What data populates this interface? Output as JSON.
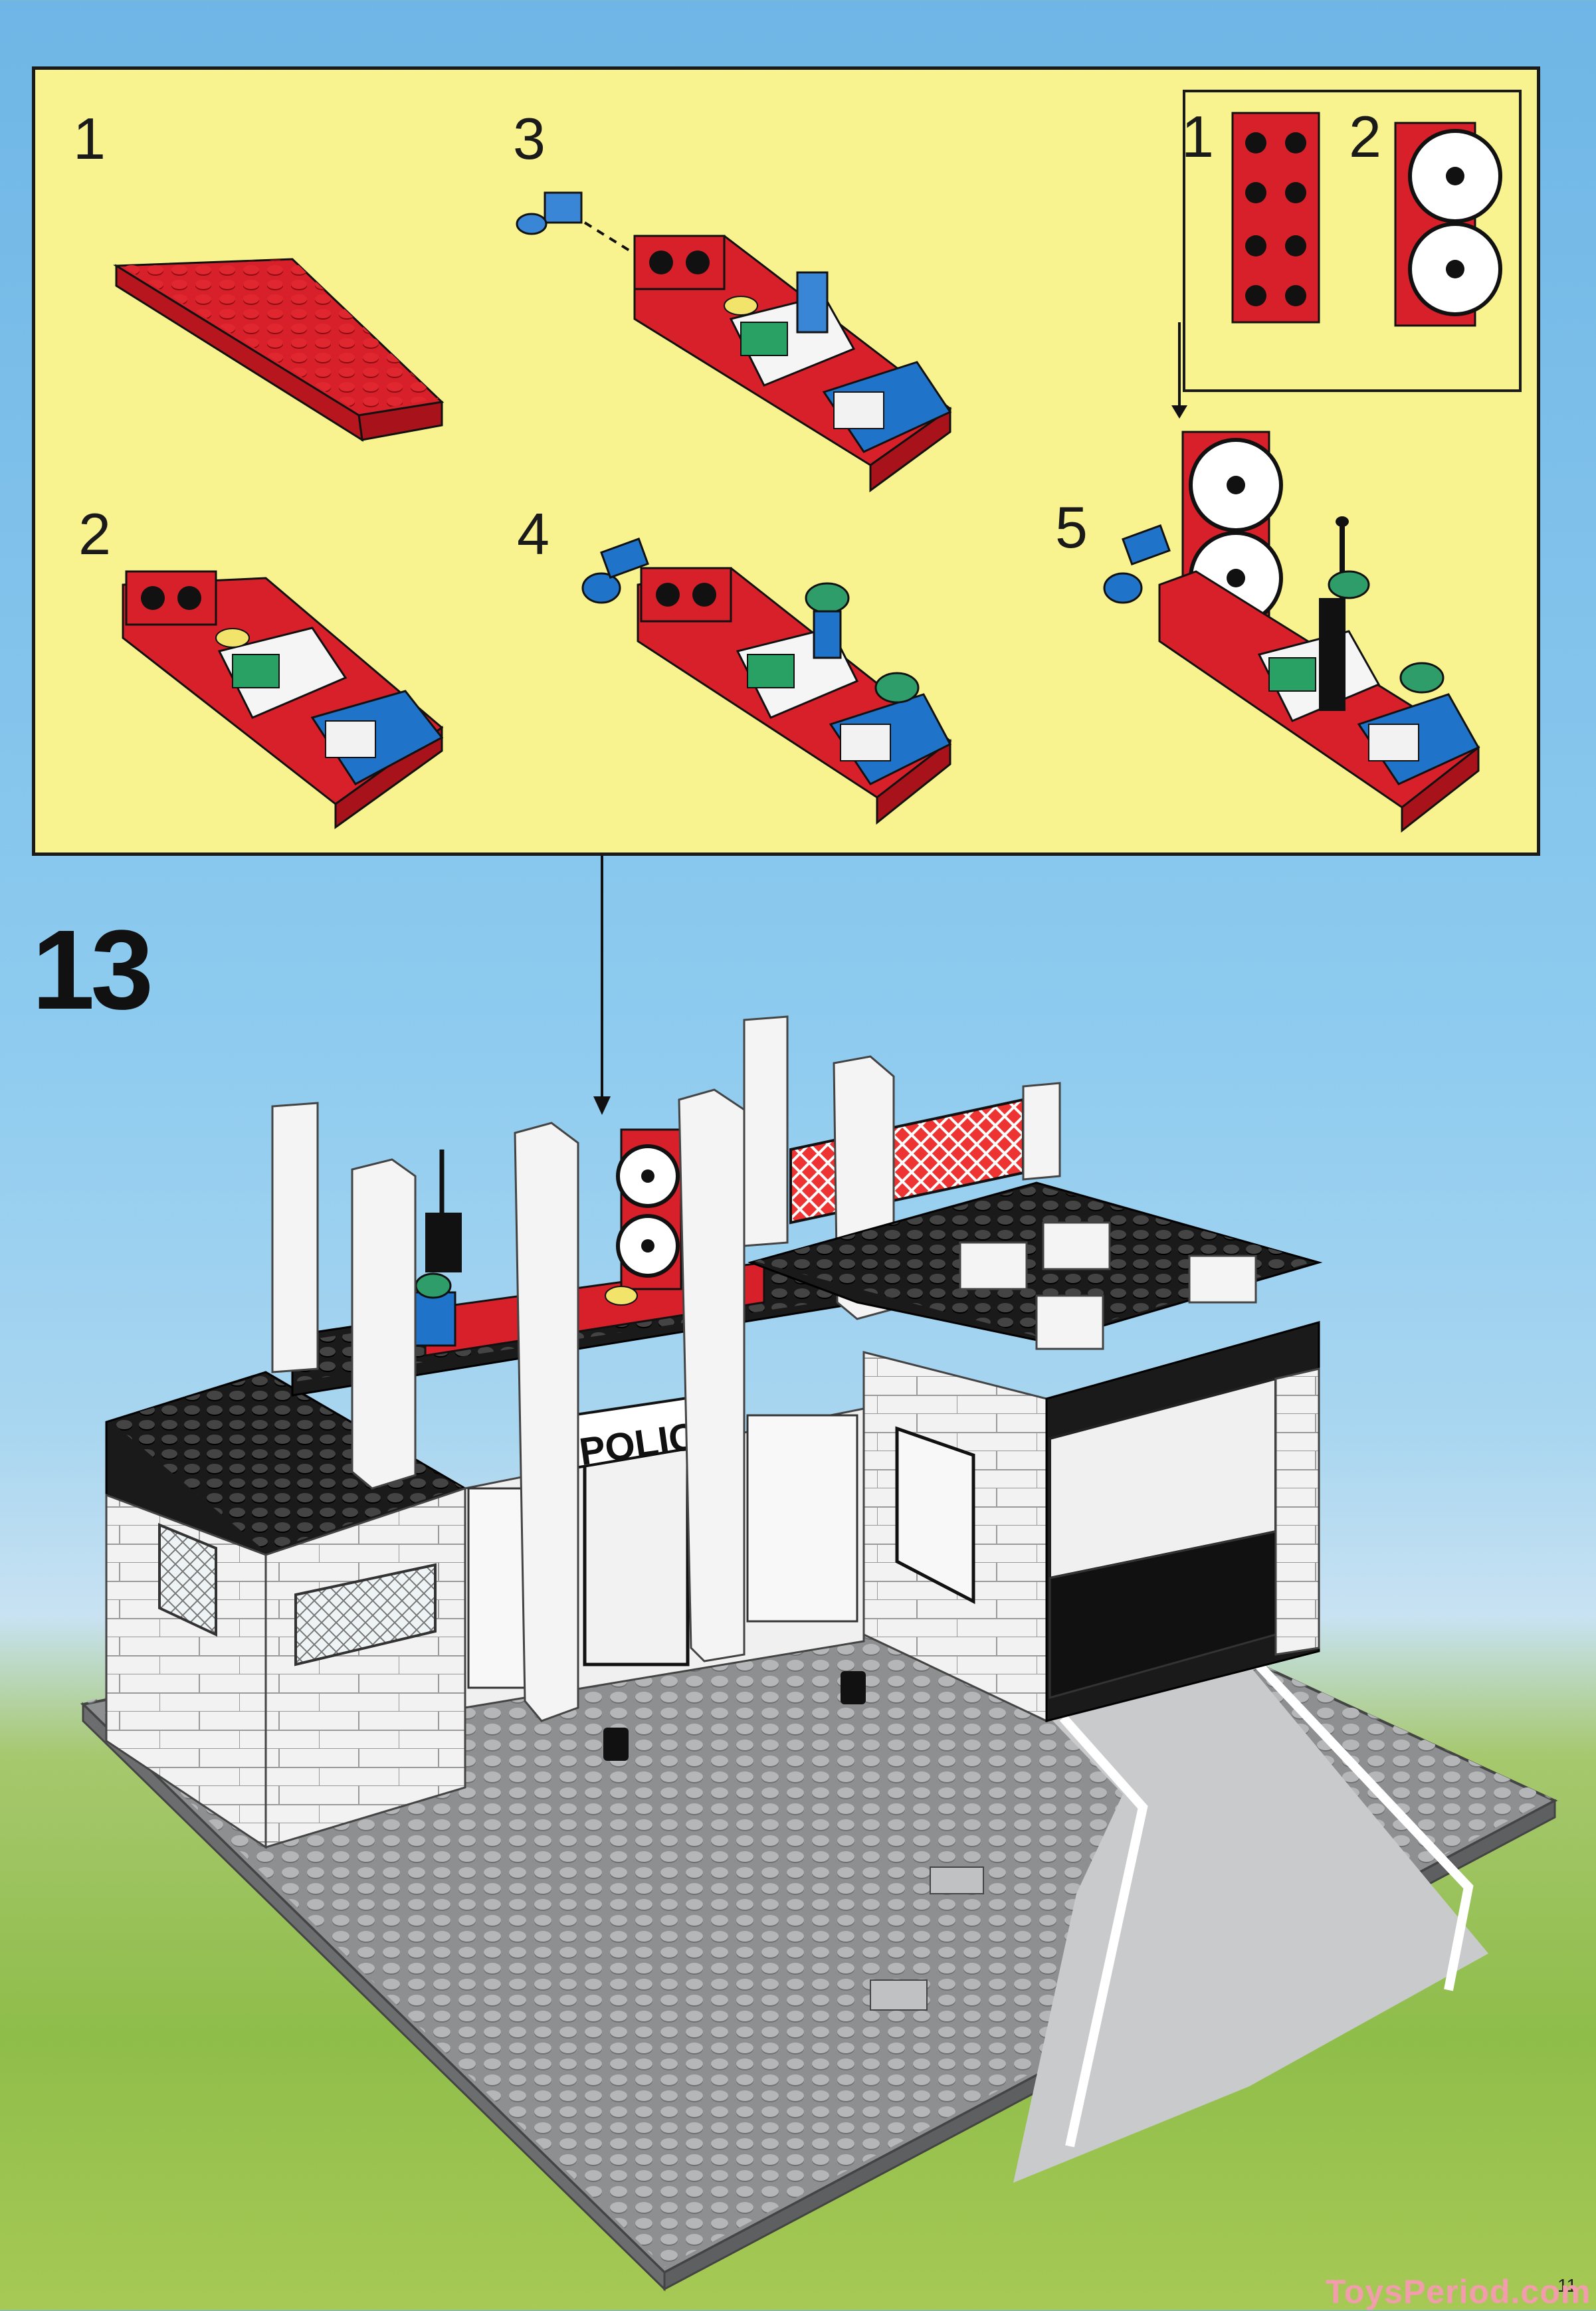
{
  "step_number": "13",
  "page_number": "11",
  "watermark": "ToysPeriod.com",
  "sign_text": "POLICE",
  "substeps": [
    {
      "label": "1"
    },
    {
      "label": "2"
    },
    {
      "label": "3"
    },
    {
      "label": "4"
    },
    {
      "label": "5"
    }
  ],
  "subassembly_steps": [
    {
      "label": "1"
    },
    {
      "label": "2"
    }
  ],
  "colors": {
    "panel": "#f8f28f",
    "brick_red": "#d8202a",
    "brick_blue": "#1f73c9",
    "brick_black": "#1a1a1a",
    "baseplate_gray": "#9a9c9e",
    "sky_blue": "#6fb6e6",
    "grass_green": "#8fbd4a"
  }
}
